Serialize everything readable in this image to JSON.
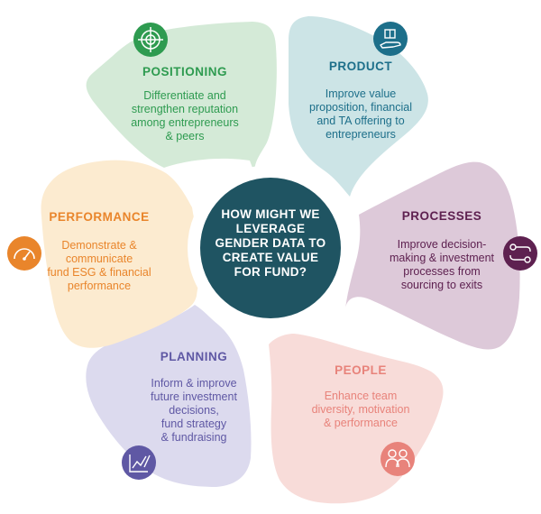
{
  "center": {
    "lines": [
      "HOW MIGHT WE",
      "LEVERAGE",
      "GENDER DATA TO",
      "CREATE VALUE",
      "FOR FUND?"
    ],
    "color": "#1f5462"
  },
  "segments": [
    {
      "id": "positioning",
      "title": "POSITIONING",
      "lines": [
        "Differentiate and",
        "strengthen reputation",
        "among entrepreneurs",
        "& peers"
      ],
      "fill": "#d4ead7",
      "accent": "#2e9b50",
      "icon": "target-icon"
    },
    {
      "id": "product",
      "title": "PRODUCT",
      "lines": [
        "Improve value",
        "proposition, financial",
        "and TA offering to",
        "entrepreneurs"
      ],
      "fill": "#cce4e6",
      "accent": "#1d6f8a",
      "icon": "hand-box-icon"
    },
    {
      "id": "processes",
      "title": "PROCESSES",
      "lines": [
        "Improve decision-",
        "making & investment",
        "processes from",
        "sourcing to exits"
      ],
      "fill": "#ddc9d9",
      "accent": "#5e2150",
      "icon": "flow-icon"
    },
    {
      "id": "people",
      "title": "PEOPLE",
      "lines": [
        "Enhance team",
        "diversity, motivation",
        "& performance"
      ],
      "fill": "#f8dcd9",
      "accent": "#e8837b",
      "icon": "people-icon"
    },
    {
      "id": "planning",
      "title": "PLANNING",
      "lines": [
        "Inform & improve",
        "future investment",
        "decisions,",
        "fund strategy",
        "& fundraising"
      ],
      "fill": "#dcdaee",
      "accent": "#5f58a4",
      "icon": "chart-pen-icon"
    },
    {
      "id": "performance",
      "title": "PERFORMANCE",
      "lines": [
        "Demonstrate &",
        "communicate",
        "fund ESG & financial",
        "performance"
      ],
      "fill": "#fcebd0",
      "accent": "#e9852b",
      "icon": "gauge-icon"
    }
  ]
}
